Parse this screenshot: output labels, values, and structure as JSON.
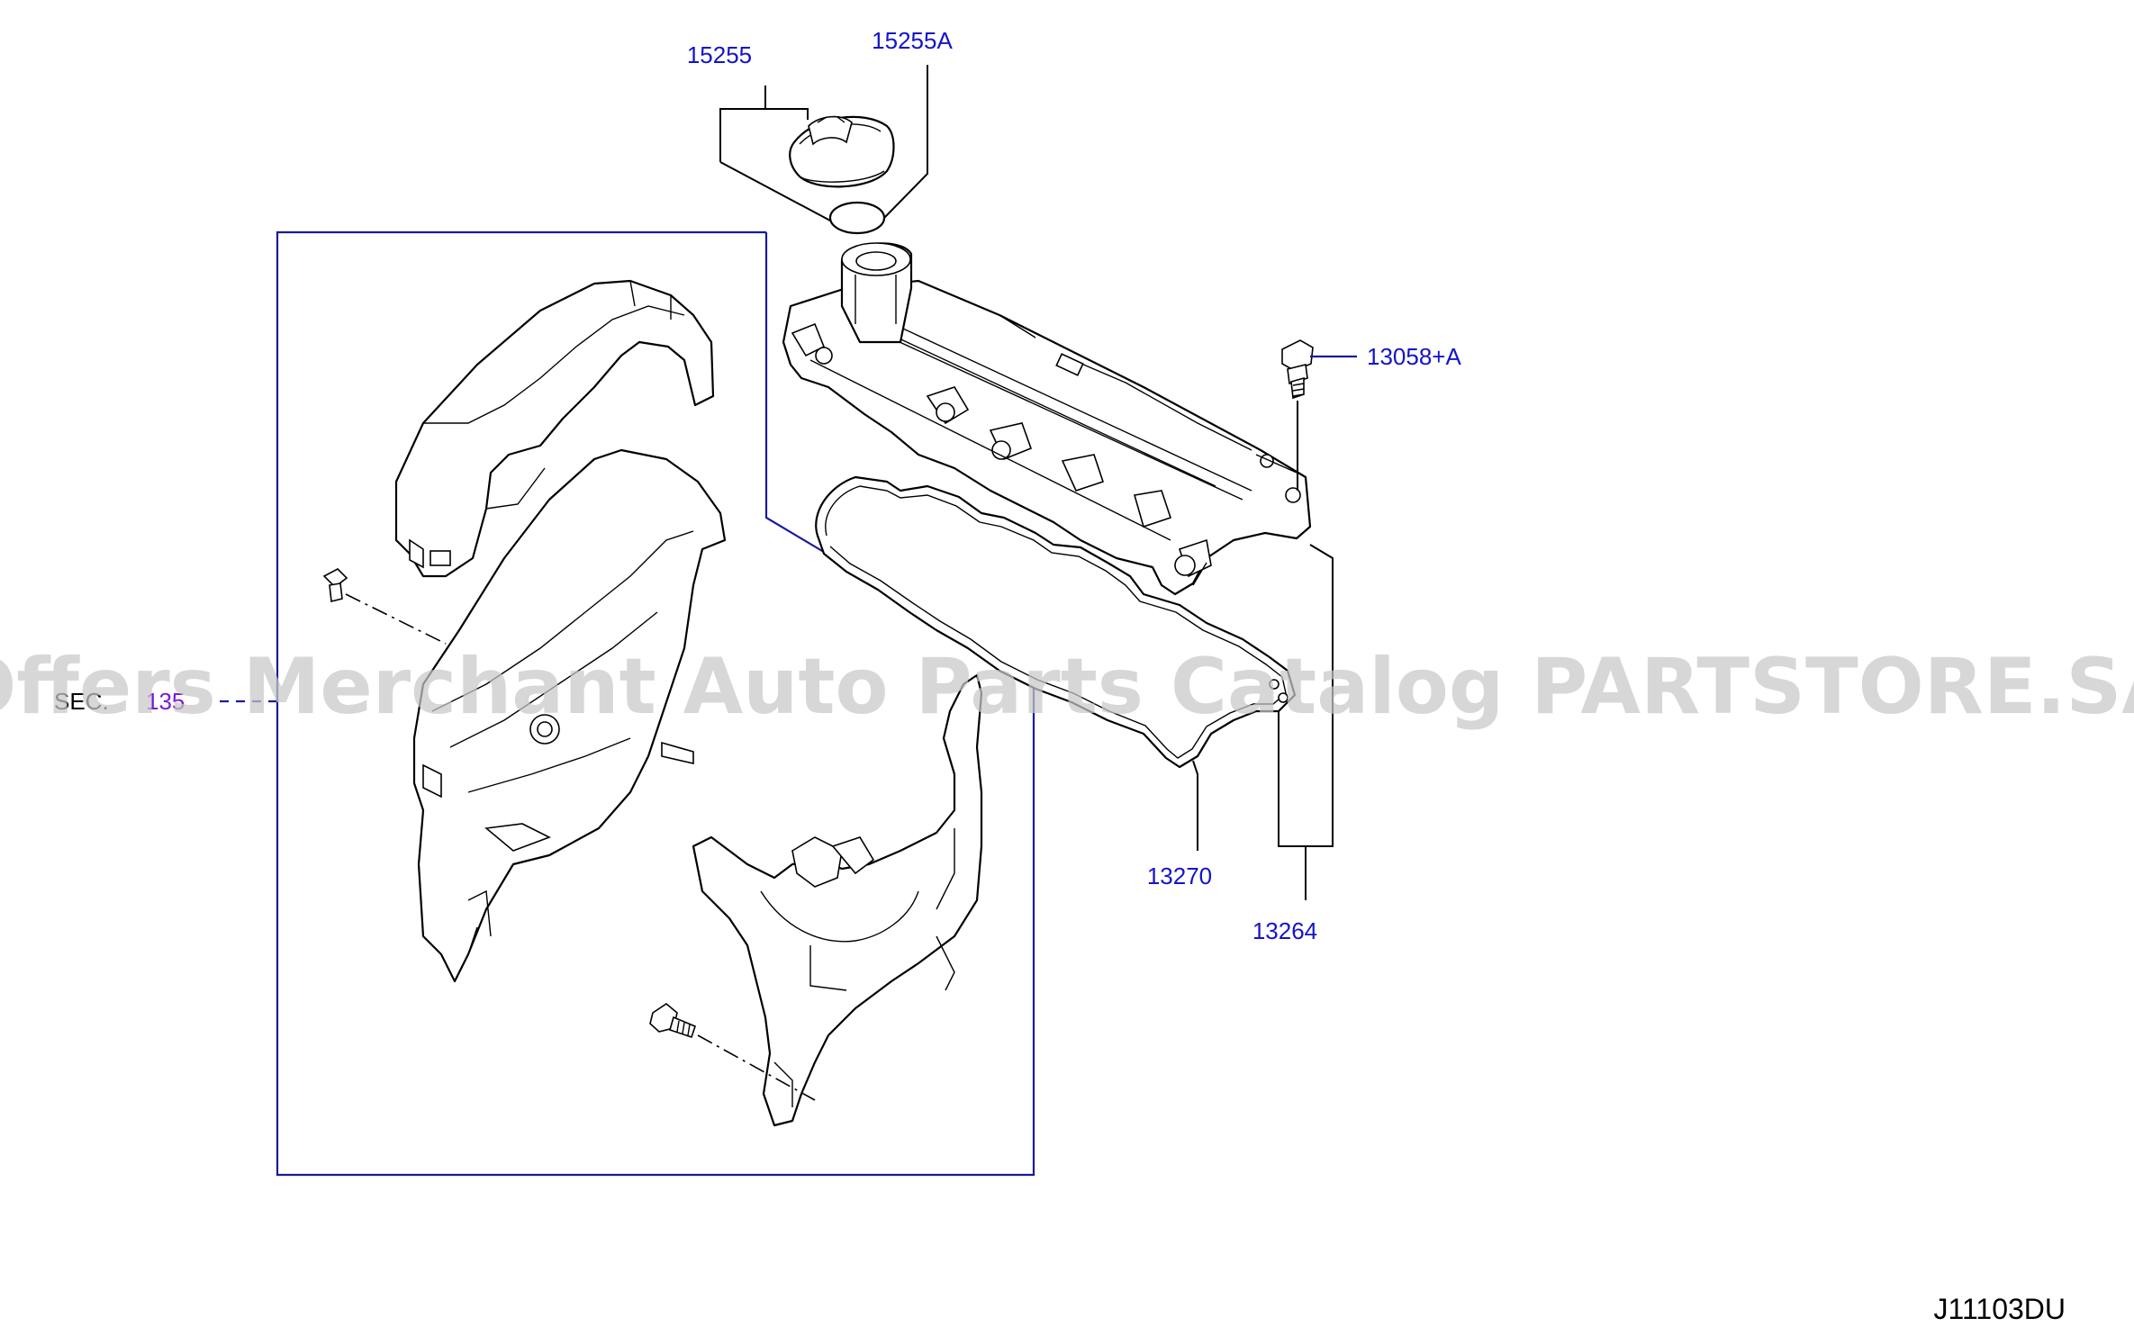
{
  "callouts": {
    "c15255": "15255",
    "c15255a": "15255A",
    "c13058a": "13058+A",
    "c13270": "13270",
    "c13264": "13264"
  },
  "section_ref": {
    "prefix": "SEC.",
    "number": "135"
  },
  "diagram_code": "J11103DU",
  "watermark": "Offers Merchant Auto Parts Catalog PARTSTORE.SA",
  "colors": {
    "callout_text": "#1414c8",
    "frame": "#1a1a9a",
    "section_number": "#7a1ad6",
    "watermark": "#c8c8c8"
  }
}
